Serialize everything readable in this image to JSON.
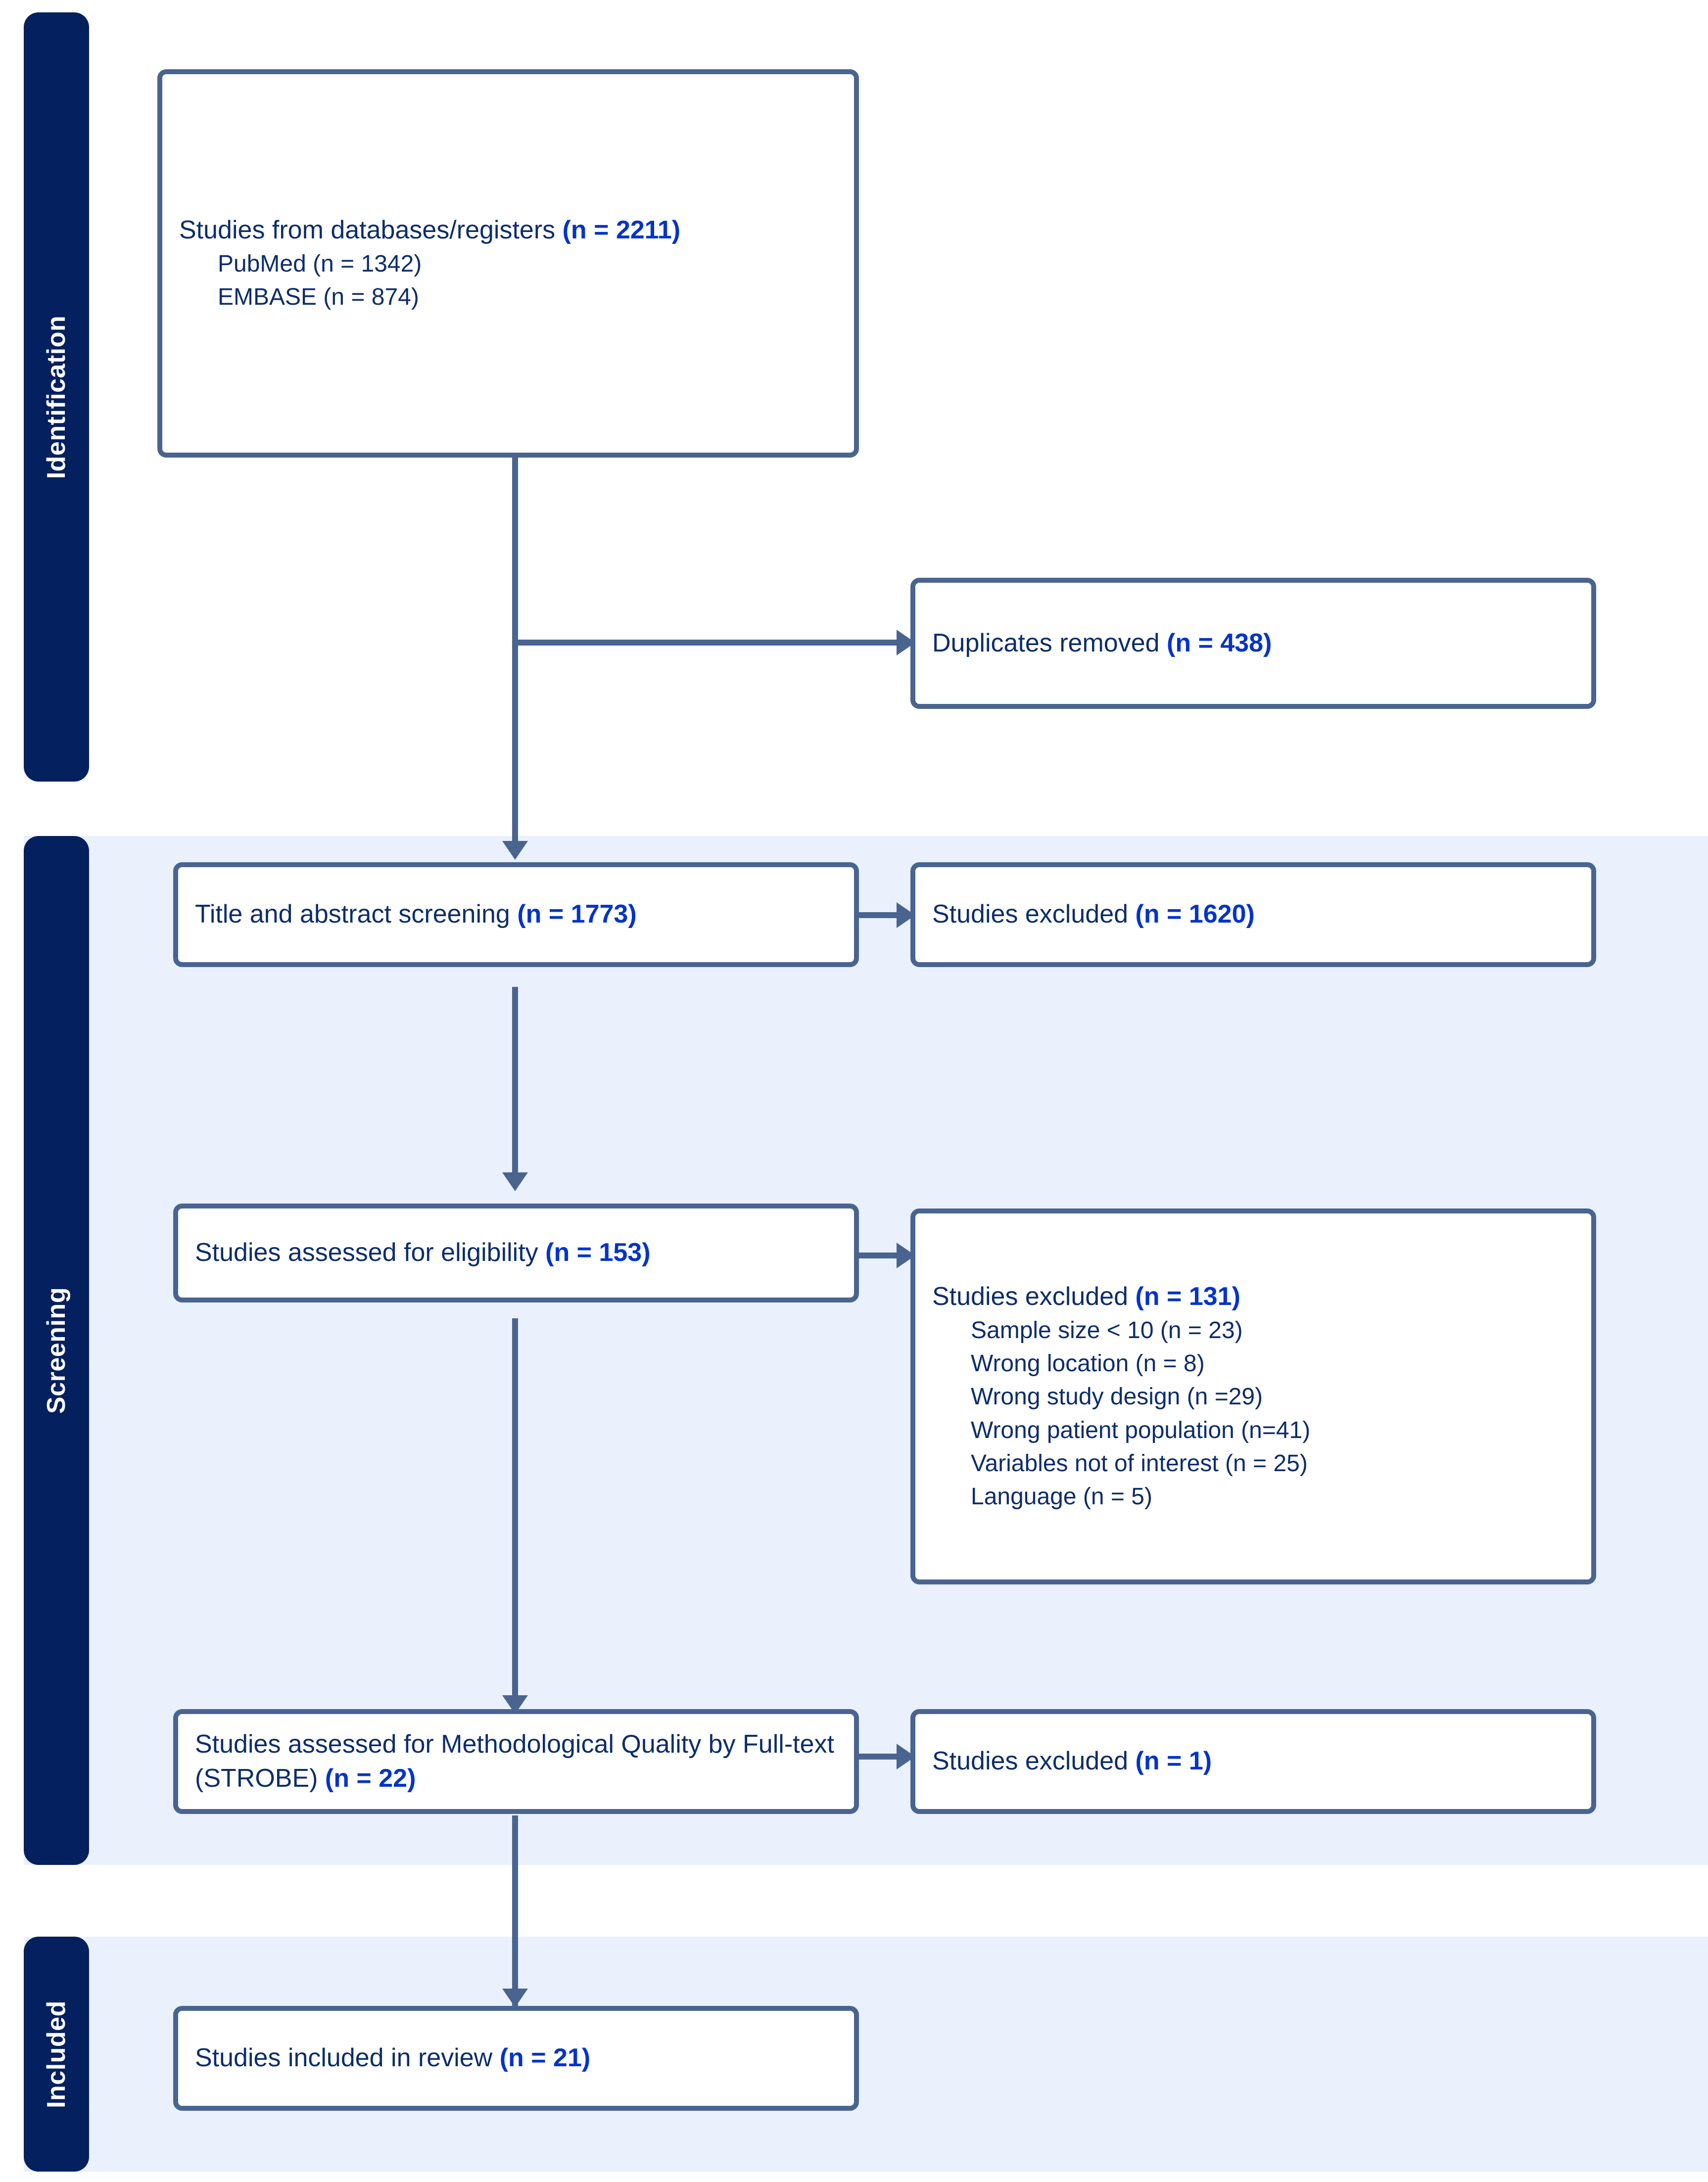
{
  "diagram": {
    "title": "PRISMA study selection flow diagram",
    "colors": {
      "band_navy": "#04205f",
      "band_light": "#eaf1fd",
      "box_border": "#4a6490",
      "text_navy": "#0d2d6b",
      "count_blue": "#0033cc"
    },
    "stages": [
      {
        "id": "identification",
        "label": "Identification"
      },
      {
        "id": "screening",
        "label": "Screening"
      },
      {
        "id": "included",
        "label": "Included"
      }
    ],
    "boxes": {
      "sources": {
        "label": "Studies from databases/registers",
        "count": "(n = 2211)",
        "sublist": [
          "PubMed (n = 1342)",
          "EMBASE (n = 874)"
        ]
      },
      "duplicates": {
        "label": "Duplicates removed",
        "count": "(n = 438)"
      },
      "title_abstract": {
        "label": "Title and abstract screening",
        "count": "(n = 1773)"
      },
      "excluded_screening": {
        "label": "Studies excluded",
        "count": "(n = 1620)"
      },
      "eligibility": {
        "label": "Studies assessed for eligibility",
        "count": "(n = 153)"
      },
      "excluded_eligibility": {
        "label": "Studies excluded",
        "count": "(n = 131)",
        "reasons": [
          "Sample size < 10 (n = 23)",
          "Wrong location (n = 8)",
          "Wrong study design (n =29)",
          "Wrong patient population (n=41)",
          "Variables not of interest (n = 25)",
          "Language (n = 5)"
        ]
      },
      "strobe": {
        "label": "Studies assessed for Methodological Quality by Full-text (STROBE)",
        "count": "(n = 22)"
      },
      "excluded_strobe": {
        "label": "Studies excluded",
        "count": "(n = 1)"
      },
      "included": {
        "label": "Studies included in review",
        "count": "(n = 21)"
      }
    }
  }
}
